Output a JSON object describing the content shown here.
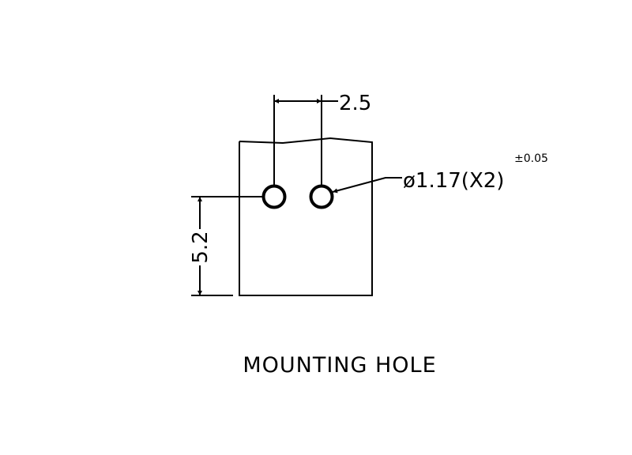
{
  "drawing": {
    "pitch_dimension": "2.5",
    "height_dimension": "5.2",
    "hole_callout": "ø1.17(X2)",
    "hole_tolerance": "±0.05",
    "caption": "MOUNTING HOLE"
  },
  "colors": {
    "line": "#000000",
    "background": "#ffffff"
  }
}
